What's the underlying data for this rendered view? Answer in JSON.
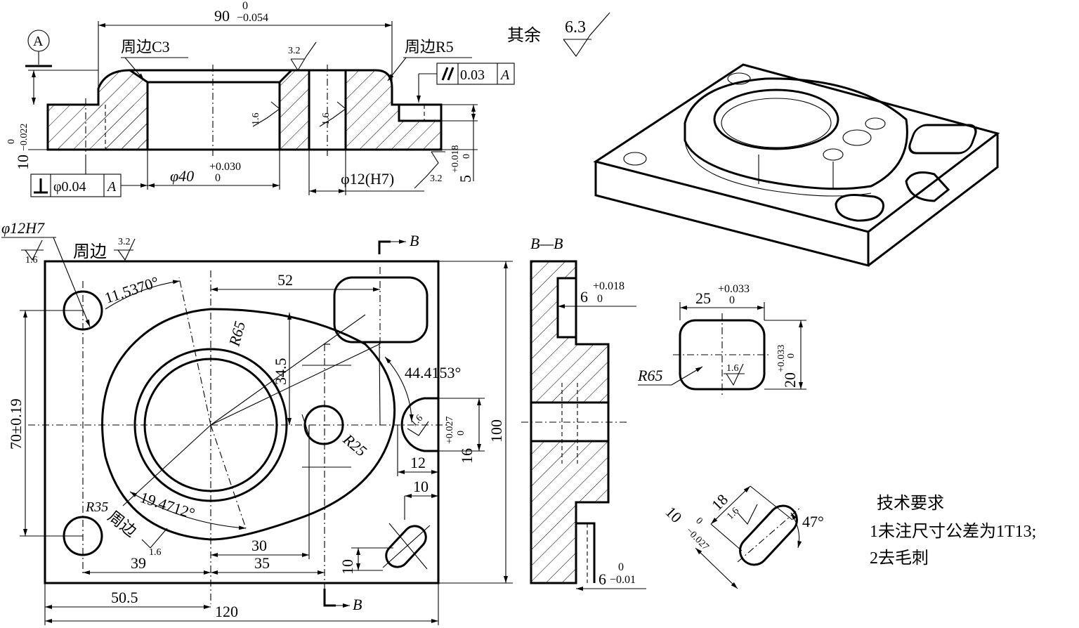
{
  "top_view": {
    "dim_overall_90": "90",
    "dim_overall_90_tol_top": "0",
    "dim_overall_90_tol_bot": "−0.054",
    "datum_a": "A",
    "chamfer_note": "周边C3",
    "fillet_note": "周边R5",
    "rough_32_a": "3.2",
    "rough_16_a": "1.6",
    "rough_16_b": "1.6",
    "rough_32_b": "3.2",
    "parallel_tol": "0.03",
    "parallel_datum": "A",
    "dim_10": "10",
    "dim_10_tol_top": "0",
    "dim_10_tol_bot": "−0.022",
    "dim_5": "5",
    "dim_5_tol_top": "+0.018",
    "dim_5_tol_bot": "0",
    "perp_tol": "φ0.04",
    "perp_datum": "A",
    "dim_d40": "φ40",
    "dim_d40_tol_top": "+0.030",
    "dim_d40_tol_bot": "0",
    "dim_d12": "φ12(H7)"
  },
  "surface_note": {
    "label": "其余",
    "value": "6.3"
  },
  "plan_view": {
    "hole_note": "φ12H7",
    "hole_rough": "1.6",
    "edge_note": "周边",
    "edge_rough": "3.2",
    "section_mark_top": "B",
    "section_mark_bot": "B",
    "angle_1": "11.5370°",
    "angle_2": "44.4153°",
    "angle_3": "19.4712°",
    "dim_52": "52",
    "dim_r65": "R65",
    "dim_345": "34.5",
    "dim_r25": "R25",
    "dim_r35": "R35",
    "edge_note_2": "周边",
    "rough_16_c": "1.6",
    "rough_16_d": "1.6",
    "dim_16": "16",
    "dim_16_tol_top": "+0.027",
    "dim_16_tol_bot": "0",
    "dim_12": "12",
    "dim_10_a": "10",
    "dim_100": "100",
    "dim_70": "70±0.19",
    "dim_30": "30",
    "dim_39": "39",
    "dim_35": "35",
    "dim_10_b": "10",
    "dim_505": "50.5",
    "dim_120": "120"
  },
  "section_bb": {
    "title": "B—B",
    "dim_6a": "6",
    "dim_6a_tol_top": "+0.018",
    "dim_6a_tol_bot": "0",
    "dim_6b": "6",
    "dim_6b_tol_top": "0",
    "dim_6b_tol_bot": "−0.01"
  },
  "detail_pocket": {
    "dim_25": "25",
    "dim_25_tol_top": "+0.033",
    "dim_25_tol_bot": "0",
    "dim_20": "20",
    "dim_20_tol_top": "+0.033",
    "dim_20_tol_bot": "0",
    "dim_r65": "R65",
    "rough": "1.6"
  },
  "detail_slot": {
    "dim_18": "18",
    "dim_10": "10",
    "dim_10_tol_top": "0",
    "dim_10_tol_bot": "−0.027",
    "rough": "1.6",
    "angle": "47°"
  },
  "tech_req": {
    "title": "技术要求",
    "line1": "1未注尺寸公差为1T13;",
    "line2": "2去毛刺"
  }
}
